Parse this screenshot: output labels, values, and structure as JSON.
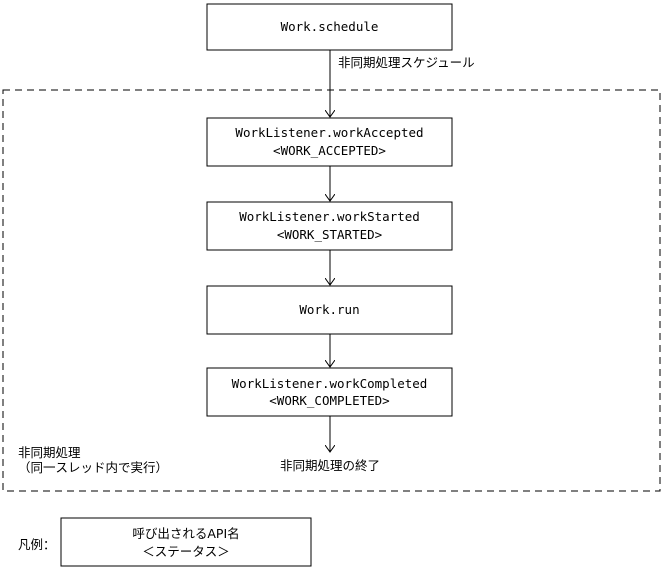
{
  "schedule_box": {
    "label": "Work.schedule"
  },
  "schedule_edge": {
    "label": "非同期処理スケジュール"
  },
  "async_region": {
    "label_line1": "非同期処理",
    "label_line2": "（同一スレッド内で実行）"
  },
  "accepted_box": {
    "api": "WorkListener.workAccepted",
    "status": "<WORK_ACCEPTED>"
  },
  "started_box": {
    "api": "WorkListener.workStarted",
    "status": "<WORK_STARTED>"
  },
  "run_box": {
    "label": "Work.run"
  },
  "completed_box": {
    "api": "WorkListener.workCompleted",
    "status": "<WORK_COMPLETED>"
  },
  "end_label": "非同期処理の終了",
  "legend": {
    "label": "凡例：",
    "api_name": "呼び出されるAPI名",
    "status": "＜ステータス＞"
  }
}
